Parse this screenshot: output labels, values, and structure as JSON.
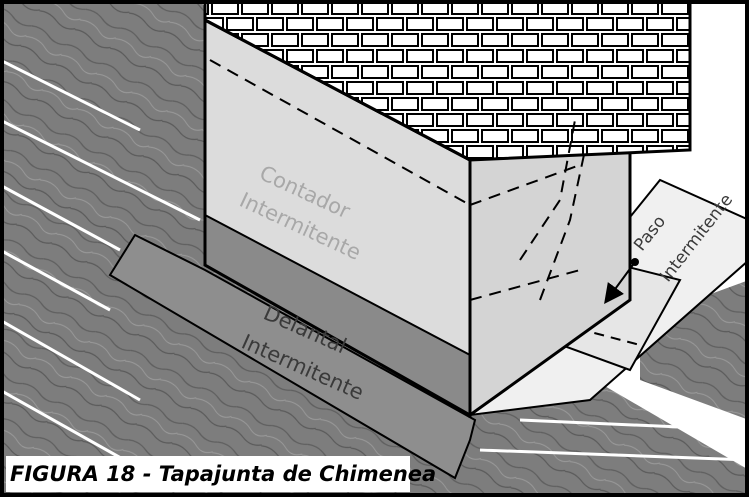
{
  "labels": {
    "counter_flashing": [
      "Contador",
      "Intermitente"
    ],
    "apron_flashing": [
      "Delantal",
      "Intermitente"
    ],
    "step_flashing": [
      "Paso",
      "Intermitente"
    ]
  },
  "caption": "FIGURA 18 - Tapajunta de Chimenea",
  "colors": {
    "frame": "#000000",
    "shingle": "#7d7d7d",
    "shingle_dark": "#5f5f5f",
    "chimney_front": "#dcdcdc",
    "apron": "#8e8e8e",
    "brick_mortar": "#ffffff",
    "label_light": "#a8a8a8",
    "label_dark": "#3a3a3a"
  },
  "icons": [
    "arrow-down-icon"
  ]
}
